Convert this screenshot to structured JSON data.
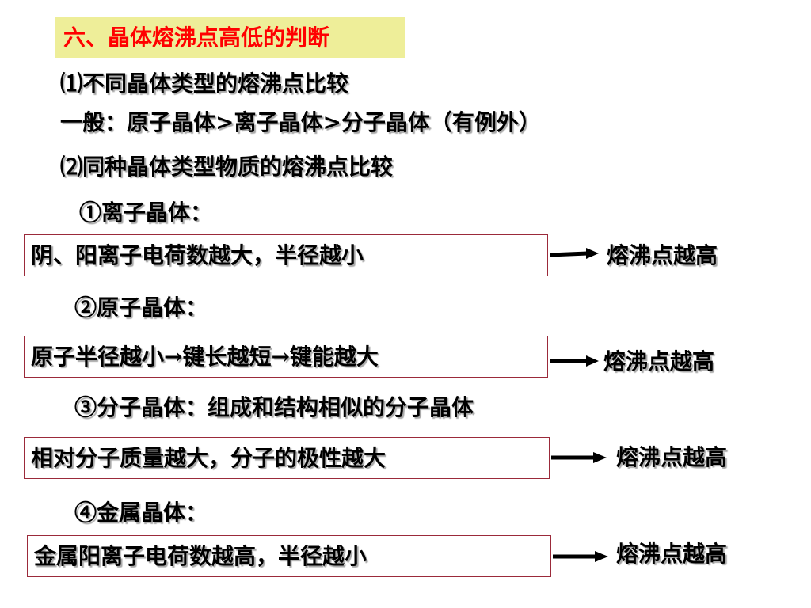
{
  "colors": {
    "title_bg": "#eeee99",
    "title_text": "#ff0000",
    "box_border": "#9b2a3a"
  },
  "title": "六、晶体熔沸点高低的判断",
  "section1": {
    "heading": "⑴不同晶体类型的熔沸点比较",
    "general": "一般：原子晶体>离子晶体>分子晶体（有例外）"
  },
  "section2": {
    "heading": "⑵同种晶体类型物质的熔沸点比较",
    "items": [
      {
        "label": "①离子晶体：",
        "rule": "阴、阳离子电荷数越大，半径越小",
        "result": "熔沸点越高"
      },
      {
        "label": "②原子晶体：",
        "rule": "原子半径越小→键长越短→键能越大",
        "result": "熔沸点越高"
      },
      {
        "label": "③分子晶体：组成和结构相似的分子晶体",
        "rule": "相对分子质量越大，分子的极性越大",
        "result": "熔沸点越高"
      },
      {
        "label": "④金属晶体：",
        "rule": "金属阳离子电荷数越高，半径越小",
        "result": "熔沸点越高"
      }
    ]
  },
  "icons": {
    "arrow": "right-arrow-icon"
  }
}
